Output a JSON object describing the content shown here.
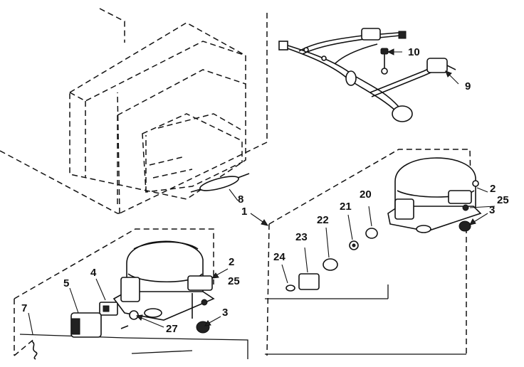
{
  "callouts": [
    {
      "id": "c1",
      "text": "1"
    },
    {
      "id": "c2a",
      "text": "2"
    },
    {
      "id": "c2b",
      "text": "2"
    },
    {
      "id": "c3a",
      "text": "3"
    },
    {
      "id": "c3b",
      "text": "3"
    },
    {
      "id": "c4",
      "text": "4"
    },
    {
      "id": "c5",
      "text": "5"
    },
    {
      "id": "c7",
      "text": "7"
    },
    {
      "id": "c8",
      "text": "8"
    },
    {
      "id": "c9",
      "text": "9"
    },
    {
      "id": "c10",
      "text": "10"
    },
    {
      "id": "c20",
      "text": "20"
    },
    {
      "id": "c21",
      "text": "21"
    },
    {
      "id": "c22",
      "text": "22"
    },
    {
      "id": "c23",
      "text": "23"
    },
    {
      "id": "c24",
      "text": "24"
    },
    {
      "id": "c25a",
      "text": "25"
    },
    {
      "id": "c25b",
      "text": "25"
    },
    {
      "id": "c27",
      "text": "27"
    }
  ]
}
